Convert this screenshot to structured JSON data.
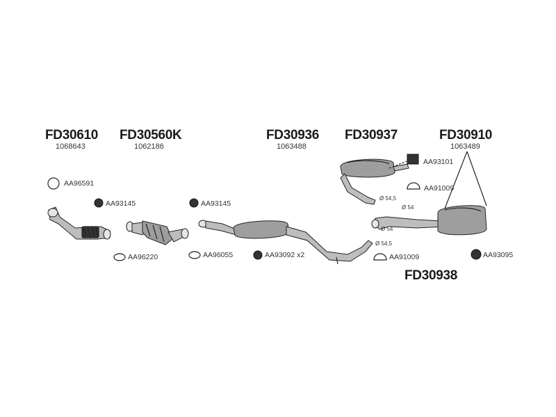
{
  "parts": [
    {
      "code": "FD30610",
      "oem": "1068643"
    },
    {
      "code": "FD30560K",
      "oem": "1062186"
    },
    {
      "code": "FD30936",
      "oem": "1063488"
    },
    {
      "code": "FD30937"
    },
    {
      "code": "FD30910",
      "oem": "1063489"
    },
    {
      "code": "FD30938"
    }
  ],
  "accessories": [
    {
      "code": "AA96591"
    },
    {
      "code": "AA93145"
    },
    {
      "code": "AA93145"
    },
    {
      "code": "AA96220"
    },
    {
      "code": "AA96055"
    },
    {
      "code": "AA93092 x2"
    },
    {
      "code": "AA93101"
    },
    {
      "code": "AA91009"
    },
    {
      "code": "AA91009"
    },
    {
      "code": "AA93095"
    }
  ],
  "diameters": [
    "Ø 54,5",
    "Ø 54",
    "Ø 54",
    "Ø 54,5"
  ]
}
